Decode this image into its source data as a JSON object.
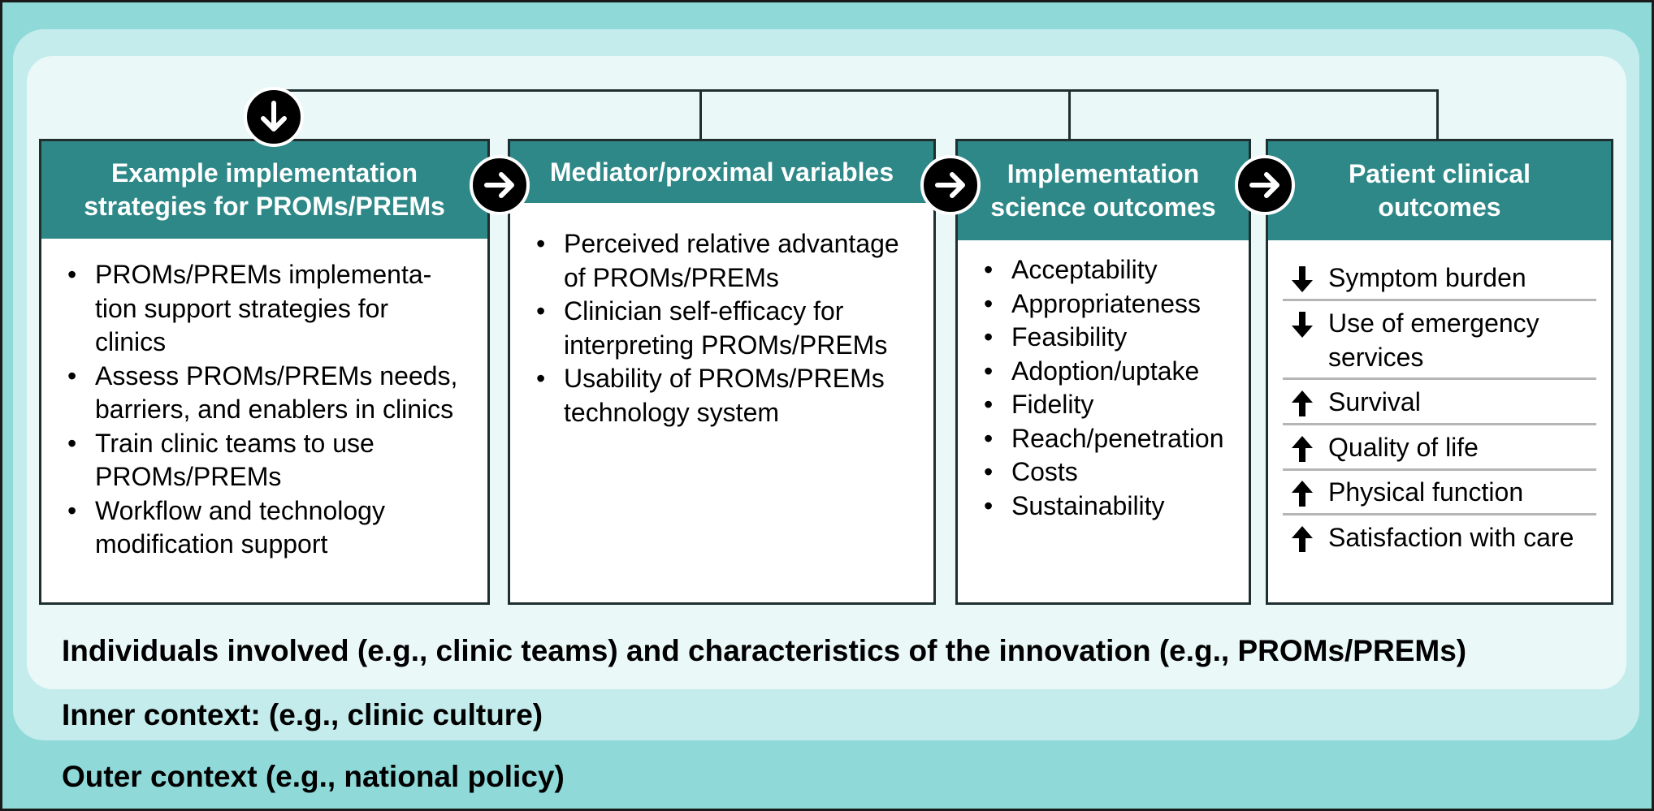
{
  "contexts": {
    "outer": "Outer context (e.g., national policy)",
    "inner": "Inner context: (e.g., clinic culture)",
    "individuals": "Individuals involved (e.g., clinic teams) and characteristics of the innovation (e.g., PROMs/PREMs)"
  },
  "boxes": {
    "strategies": {
      "title": [
        "Example implementation",
        "strategies for PROMs/PREMs"
      ],
      "items": [
        [
          "PROMs/PREMs implementa-",
          "tion support strategies for",
          "clinics"
        ],
        [
          "Assess PROMs/PREMs needs,",
          "barriers, and enablers in clinics"
        ],
        [
          "Train clinic teams to use",
          "PROMs/PREMs"
        ],
        [
          "Workflow and technology",
          "modification support"
        ]
      ]
    },
    "mediators": {
      "title": [
        "Mediator/proximal variables"
      ],
      "items": [
        [
          "Perceived relative advantage",
          "of PROMs/PREMs"
        ],
        [
          "Clinician self-efficacy for",
          "interpreting PROMs/PREMs"
        ],
        [
          "Usability of PROMs/PREMs",
          "technology system"
        ]
      ]
    },
    "implementation": {
      "title": [
        "Implementation",
        "science outcomes"
      ],
      "items": [
        [
          "Acceptability"
        ],
        [
          "Appropriateness"
        ],
        [
          "Feasibility"
        ],
        [
          "Adoption/uptake"
        ],
        [
          "Fidelity"
        ],
        [
          "Reach/penetration"
        ],
        [
          "Costs"
        ],
        [
          "Sustainability"
        ]
      ]
    },
    "patient": {
      "title": [
        "Patient clinical",
        "outcomes"
      ],
      "items": [
        {
          "direction": "down",
          "lines": [
            "Symptom burden"
          ]
        },
        {
          "direction": "down",
          "lines": [
            "Use of emergency",
            "services"
          ]
        },
        {
          "direction": "up",
          "lines": [
            "Survival"
          ]
        },
        {
          "direction": "up",
          "lines": [
            "Quality of life"
          ]
        },
        {
          "direction": "up",
          "lines": [
            "Physical function"
          ]
        },
        {
          "direction": "up",
          "lines": [
            "Satisfaction with care"
          ]
        }
      ]
    }
  },
  "colors": {
    "outer_context": "#8fd9d9",
    "inner_context": "#c4ecec",
    "individuals": "#ebf8f8",
    "header": "#2f8888",
    "arrow_circle": "#000000"
  },
  "icons": {
    "flow_arrow": "arrow-right-circle-icon",
    "feedback_arrow": "arrow-down-circle-icon",
    "decrease": "arrow-down-icon",
    "increase": "arrow-up-icon"
  }
}
